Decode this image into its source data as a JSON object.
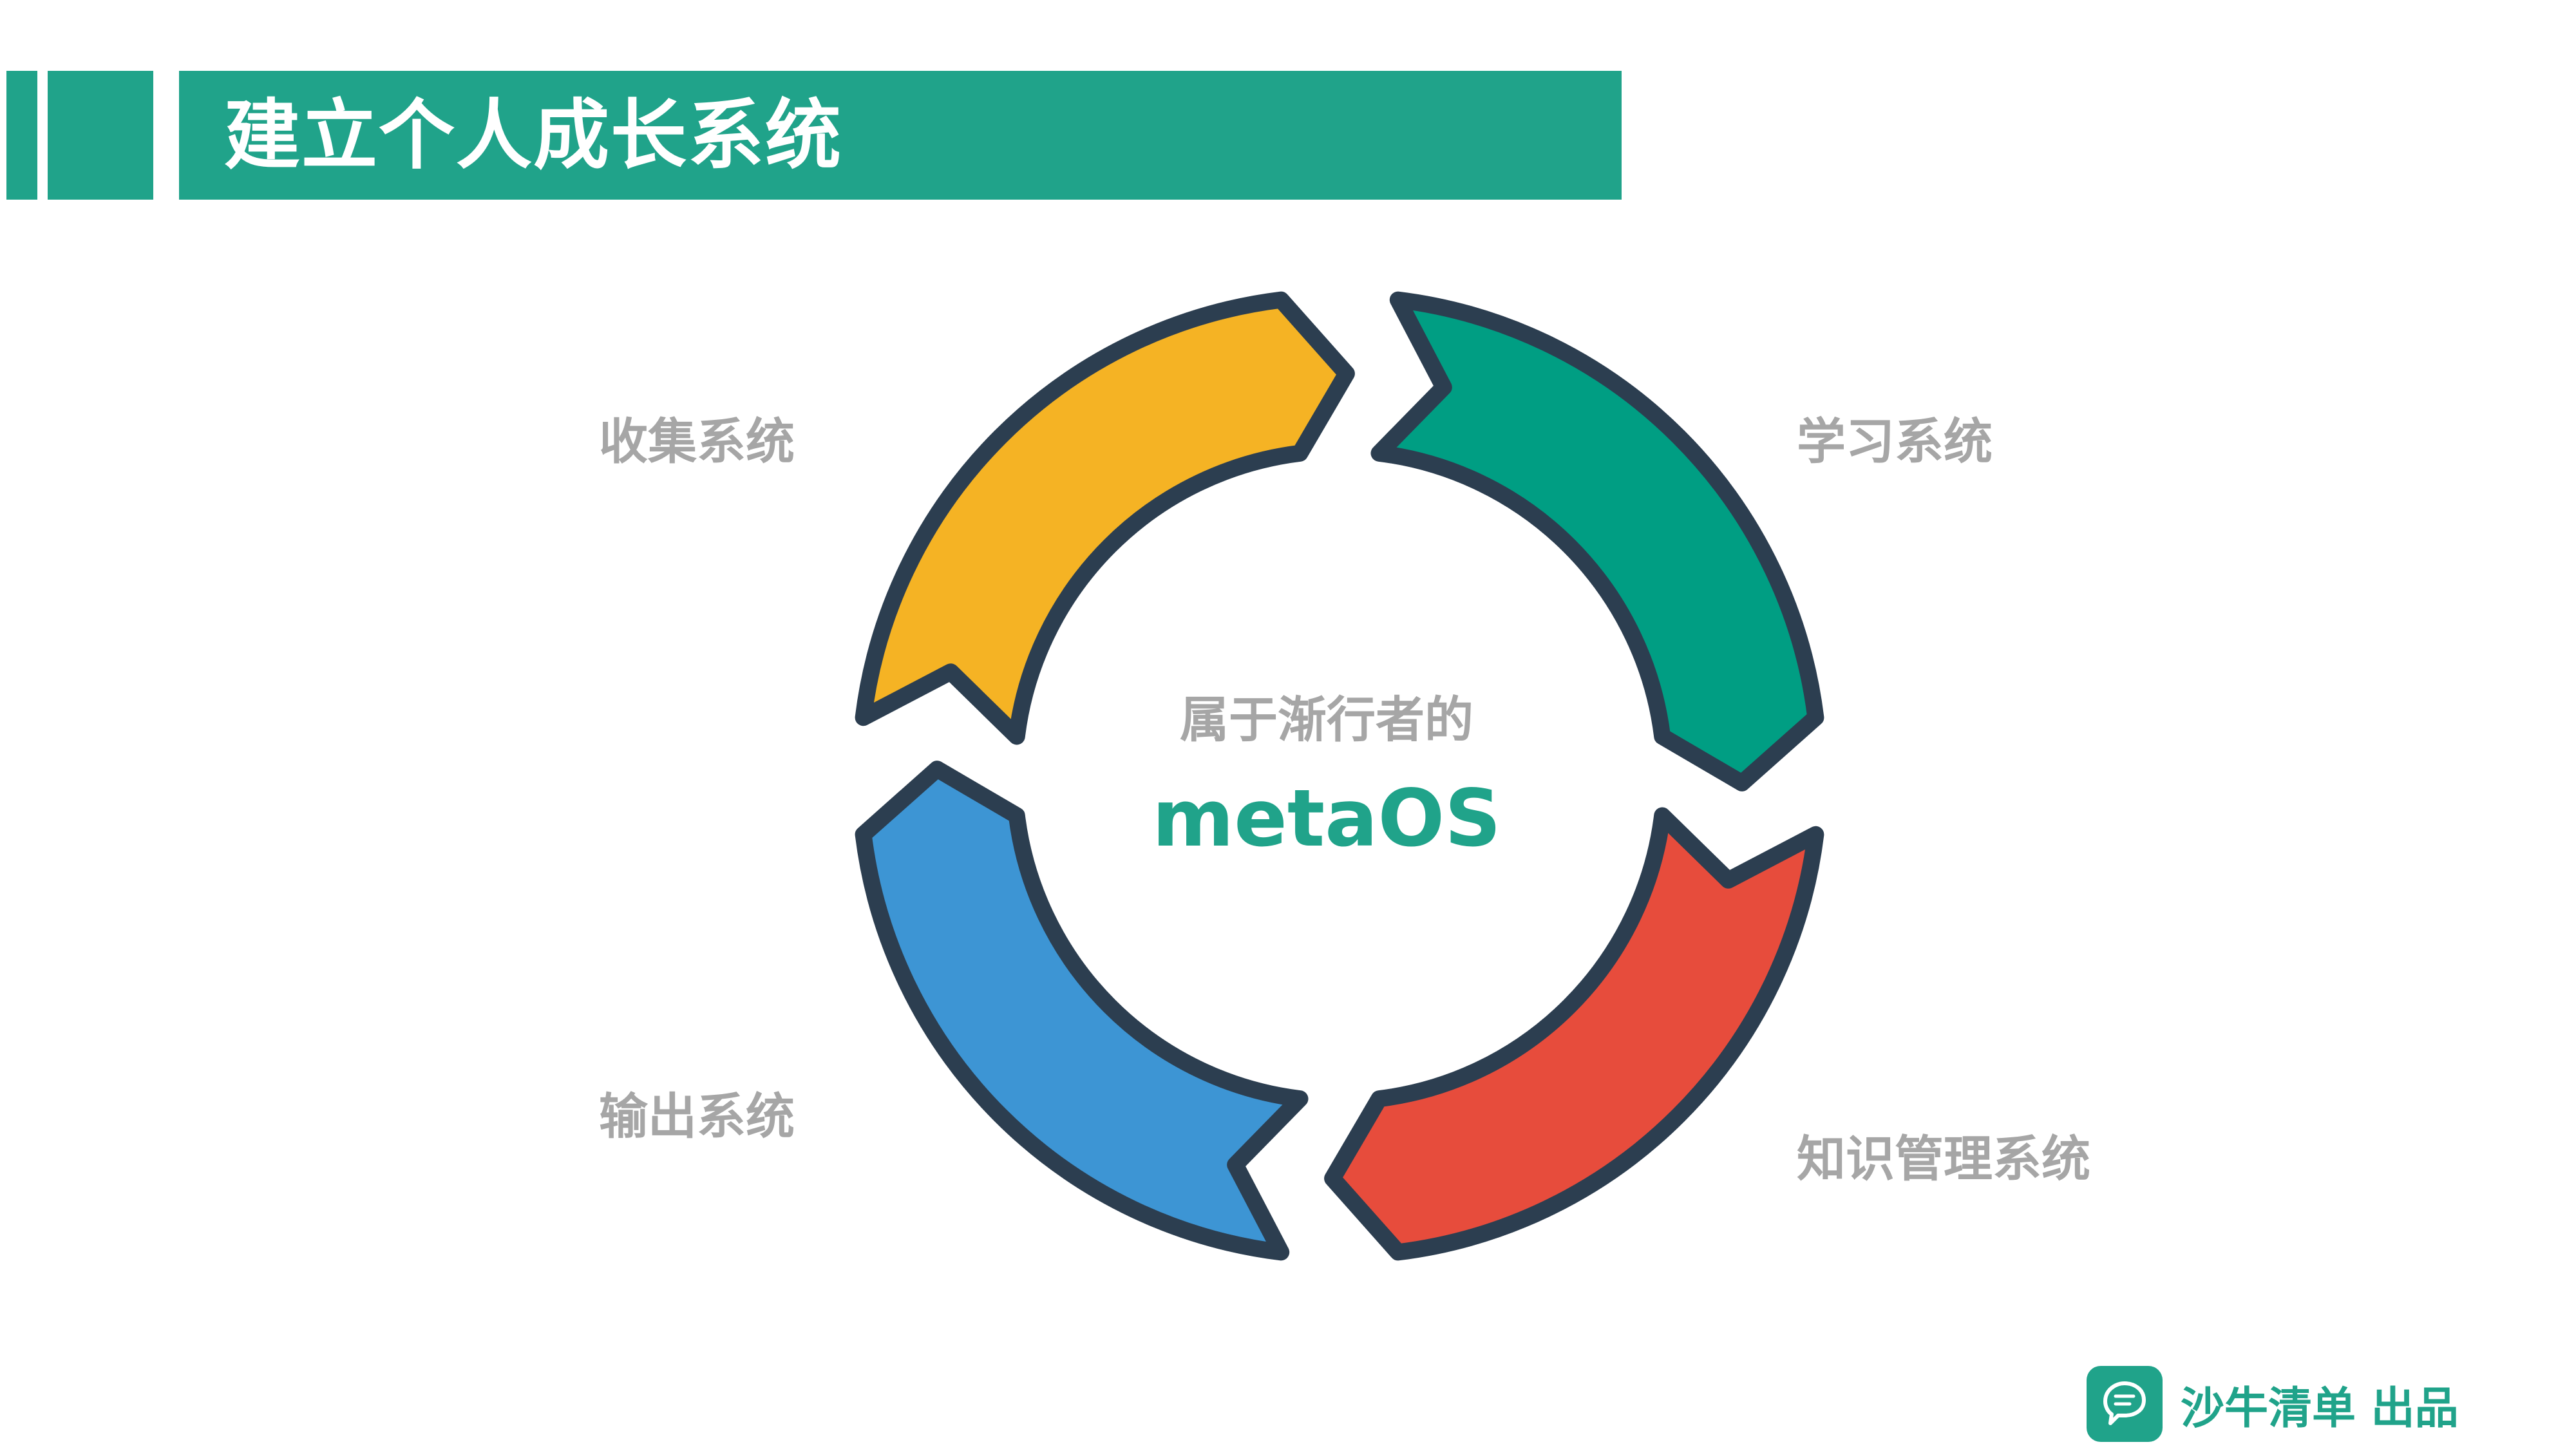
{
  "title": "建立个人成长系统",
  "center": {
    "subtitle": "属于渐行者的",
    "main": "metaOS"
  },
  "systems": [
    {
      "name": "收集系统",
      "color": "#f5b324"
    },
    {
      "name": "学习系统",
      "color": "#009e83"
    },
    {
      "name": "知识管理系统",
      "color": "#e74c3c"
    },
    {
      "name": "输出系统",
      "color": "#3d95d4"
    }
  ],
  "outline_color": "#2c3e50",
  "accent_color": "#20a38a",
  "brand": {
    "text": "沙牛清单 出品",
    "logo_icon": "chat-bubble-icon"
  }
}
